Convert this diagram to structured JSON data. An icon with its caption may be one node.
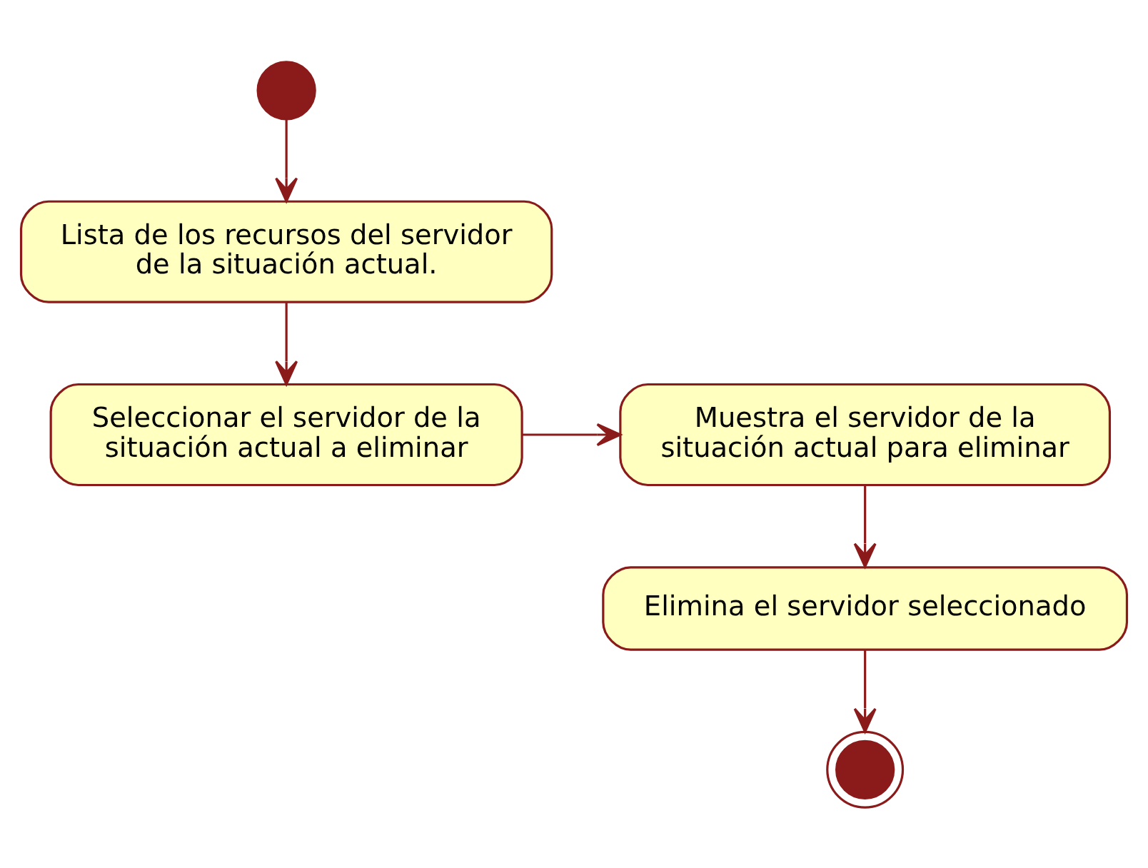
{
  "diagram": {
    "nodes": [
      {
        "text": [],
        "shape": "circle"
      },
      {
        "text": [
          "Lista de los recursos del servidor de la situación actual."
        ]
      },
      {
        "text": [
          "Seleccionar el servidor de la situación actual a eliminar"
        ]
      },
      {
        "text": [
          "Muestra el servidor de la situación actual para eliminar"
        ]
      },
      {
        "text": [
          "Elimina el servidor seleccionado"
        ]
      },
      {
        "text": [],
        "shape": "circle"
      }
    ],
    "edges": [
      {
        "from": 0,
        "to": 1,
        "arrow": "to"
      },
      {
        "from": 1,
        "to": 2,
        "arrow": "to"
      },
      {
        "from": 2,
        "to": 3,
        "arrow": "to"
      },
      {
        "from": 3,
        "to": 4,
        "arrow": "to"
      },
      {
        "from": 4,
        "to": 5,
        "arrow": "to"
      }
    ]
  }
}
